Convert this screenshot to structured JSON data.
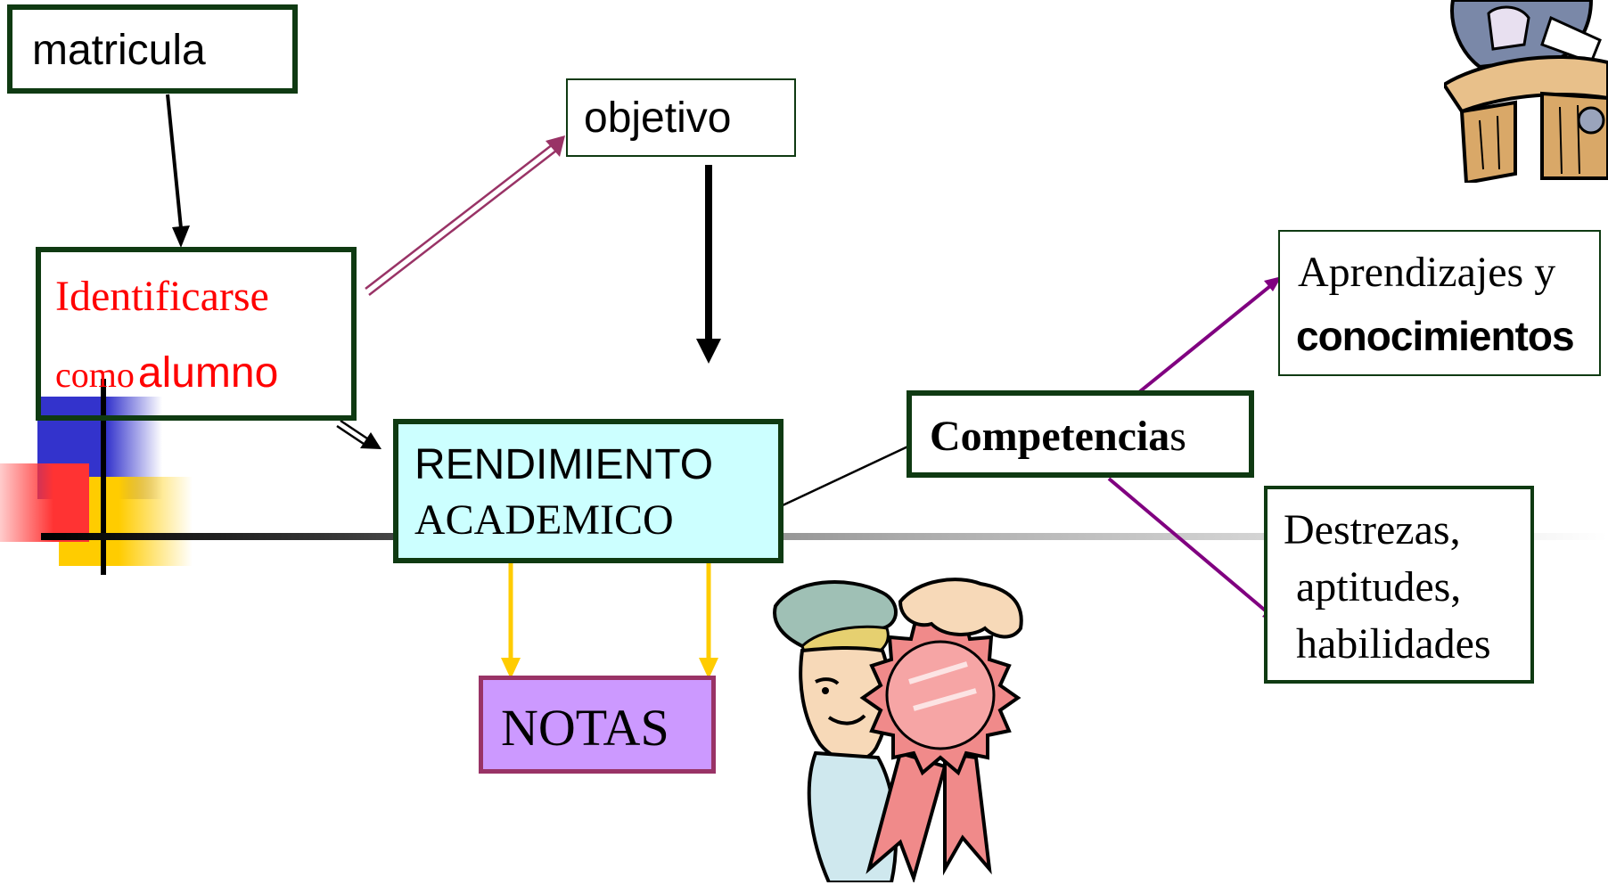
{
  "nodes": {
    "matricula": "matricula",
    "objetivo": "objetivo",
    "identificarse_line1": "Identificarse",
    "identificarse_como": "como",
    "identificarse_alumno": "alumno",
    "rendimiento_line1": "RENDIMIENTO",
    "rendimiento_line2": "ACADEMICO",
    "competencias_bold": "Competencia",
    "competencias_tail": "s",
    "aprendizajes_line1": "Aprendizajes y",
    "aprendizajes_line2": "conocimientos",
    "destrezas_line1": "Destrezas,",
    "destrezas_line2": "aptitudes,",
    "destrezas_line3": "habilidades",
    "notas": "NOTAS"
  },
  "colors": {
    "box_border": "#0f3a12",
    "identificarse_text": "#ff0000",
    "rendimiento_fill": "#ccffff",
    "notas_fill": "#cc99ff",
    "notas_border": "#993366",
    "arrow_yellow": "#ffcc00",
    "arrow_purple": "#800080",
    "arrow_objetivo": "#993366",
    "accent_blue": "#3333cc",
    "accent_yellow": "#ffcc00",
    "accent_red": "#ff3333"
  },
  "clipart": [
    {
      "name": "student-award-ribbon",
      "description": "cartoon student holding an award rosette"
    },
    {
      "name": "scholar-at-desk",
      "description": "person reading at a desk"
    }
  ]
}
